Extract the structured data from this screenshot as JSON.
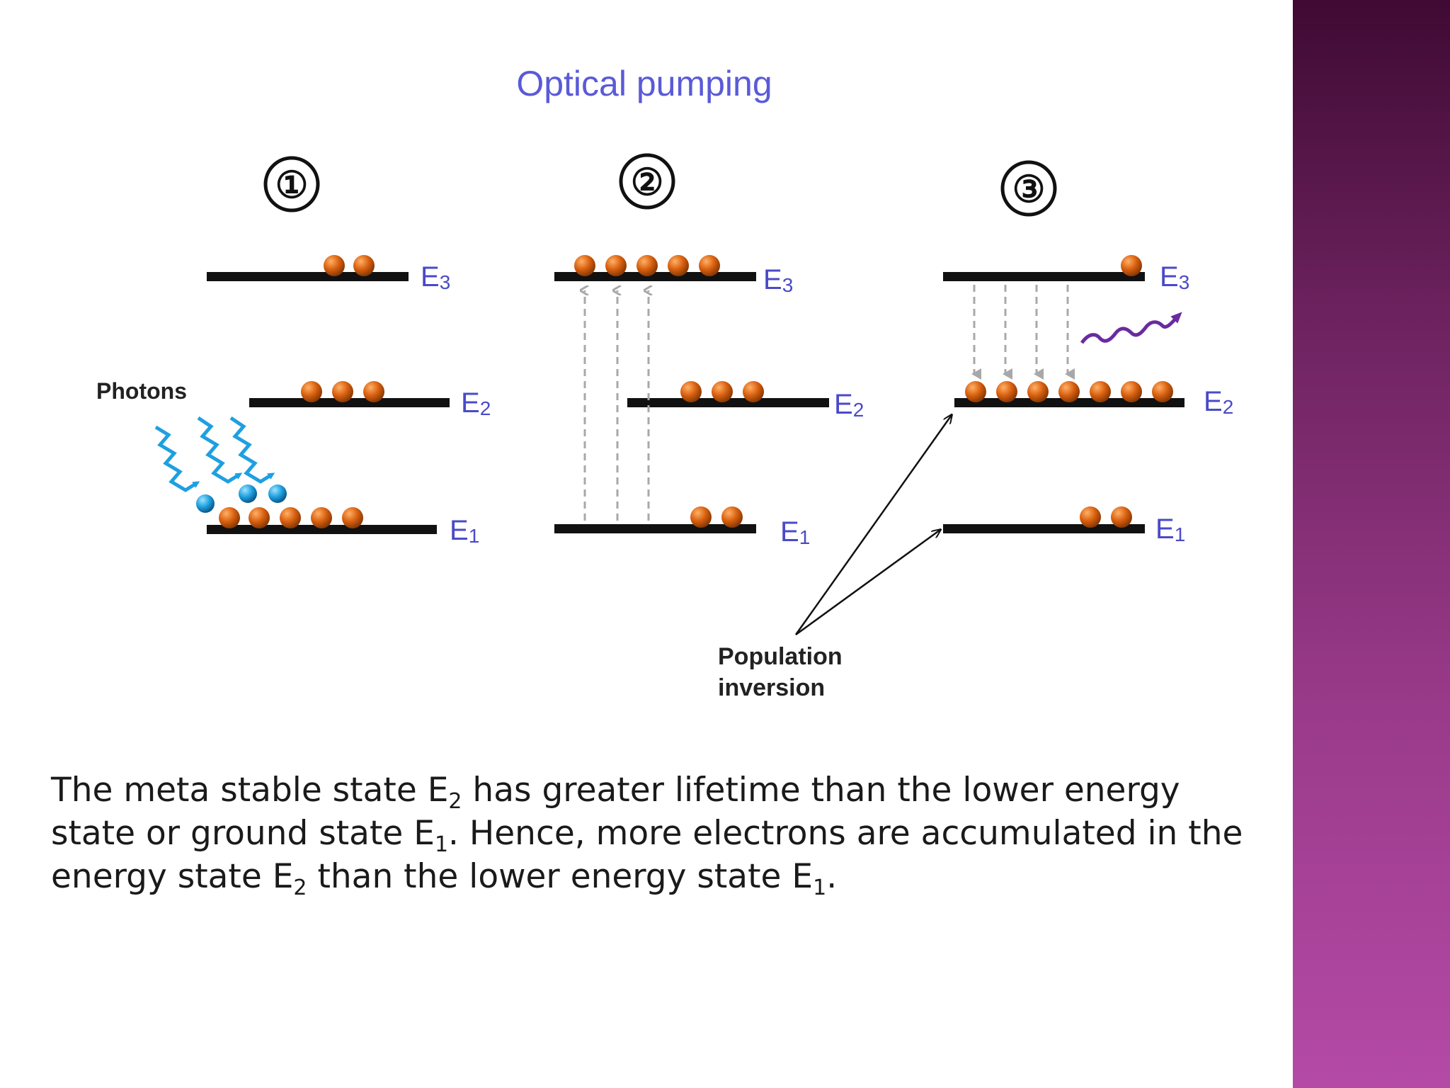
{
  "slide": {
    "title": "Optical pumping",
    "steps": [
      "①",
      "②",
      "③"
    ],
    "level_labels": {
      "e3": "E3",
      "e2": "E2",
      "e1": "E1"
    },
    "photons_label": "Photons",
    "population_label_line1": "Population",
    "population_label_line2": "inversion",
    "caption": {
      "p1": "The meta stable state E",
      "s1": "2",
      "p2": " has greater lifetime than the lower energy state or ground state E",
      "s2": "1",
      "p3": ". Hence, more electrons are accumulated in the energy state E",
      "s3": "2",
      "p4": " than the lower energy state E",
      "s4": "1",
      "p5": "."
    },
    "colors": {
      "title": "#5a5ad8",
      "label": "#4a4ac8",
      "electron": "#d9600f",
      "photon": "#1ea0e0",
      "pump_arrow": "#a8a8a8",
      "emission": "#6a2aa0",
      "sidebar_top": "#3f0a33",
      "sidebar_bottom": "#b44aa6"
    }
  }
}
